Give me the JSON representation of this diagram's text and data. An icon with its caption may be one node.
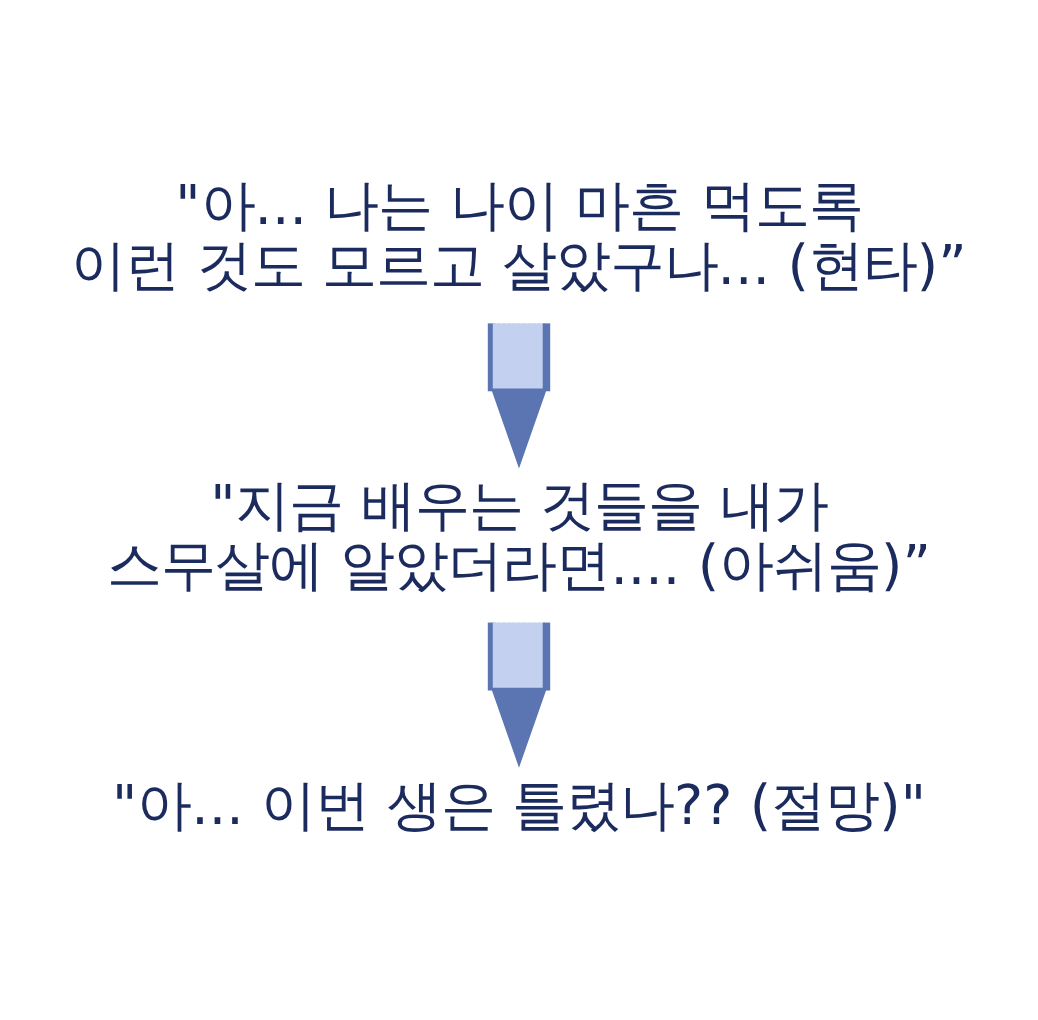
{
  "diagram": {
    "nodes": [
      {
        "text": [
          "\"아... 나는 나이 마흔 먹도록 이런 것도 모르고 살았구나... (현타)”"
        ]
      },
      {
        "text": [
          "\"지금 배우는 것들을 내가 스무살에 알았더라면.... (아쉬움)”"
        ]
      },
      {
        "text": [
          "\"아... 이번 생은 틀렸나?? (절망)\""
        ]
      }
    ],
    "edges": [
      {
        "from": 0,
        "to": 1,
        "arrow": "to"
      },
      {
        "from": 1,
        "to": 2,
        "arrow": "to"
      }
    ]
  }
}
